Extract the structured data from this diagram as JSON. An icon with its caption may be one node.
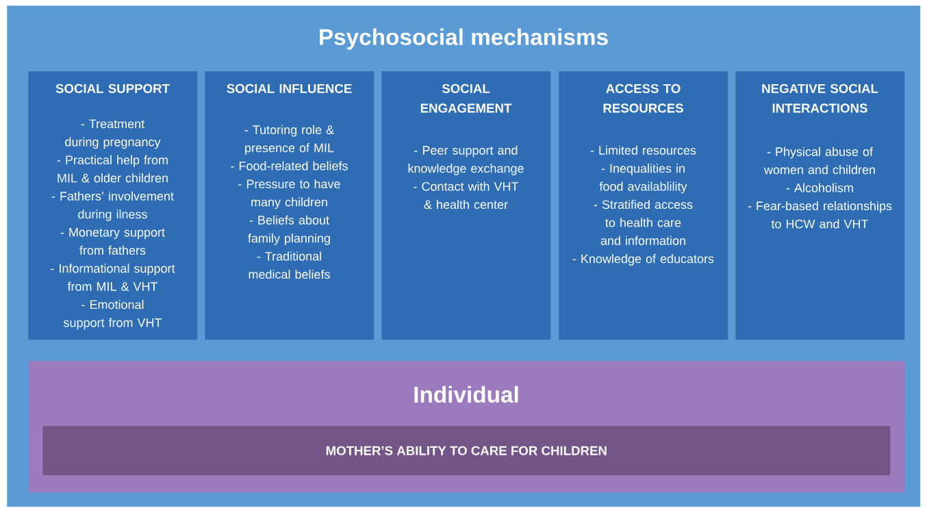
{
  "diagram": {
    "nodes": [
      {
        "text": [
          "Psychosocial mechanisms"
        ]
      },
      {
        "text": [
          "SOCIAL SUPPORT",
          "- Treatment during pregnancy",
          "- Practical help from MIL & older children",
          "- Fathers’  involvement during ilness",
          "- Monetary support from fathers",
          "- Informational support from MIL & VHT",
          "- Emotional support from VHT"
        ],
        "in": 0
      },
      {
        "text": [
          "SOCIAL INFLUENCE",
          "- Tutoring role & presence of MIL",
          "- Food-related beliefs",
          "- Pressure to have many children",
          "- Beliefs about family planning",
          "- Traditional medical beliefs"
        ],
        "in": 0
      },
      {
        "text": [
          "SOCIAL ENGAGEMENT",
          "- Peer support and knowledge exchange",
          "- Contact with VHT & health center"
        ],
        "in": 0
      },
      {
        "text": [
          "ACCESS TO RESOURCES",
          "- Limited resources",
          "- Inequalities in food availablility",
          "- Stratified access to health care and information",
          "- Knowledge of educators"
        ],
        "in": 0
      },
      {
        "text": [
          "NEGATIVE SOCIAL INTERACTIONS",
          "- Physical abuse of women and children",
          "- Alcoholism",
          "- Fear-based relationships to HCW and VHT"
        ],
        "in": 0
      },
      {
        "text": [
          "Individual"
        ],
        "in": 0
      },
      {
        "text": [
          "MOTHER’S ABILITY TO CARE FOR CHILDREN"
        ],
        "in": 6
      }
    ]
  }
}
